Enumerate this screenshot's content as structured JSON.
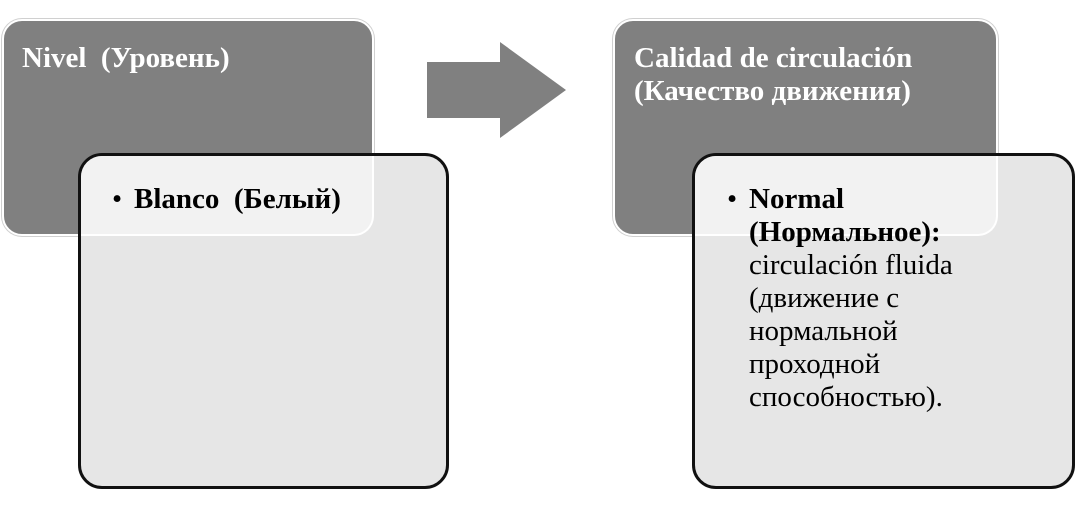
{
  "left": {
    "title": "Nivel  (Уровень)",
    "item_bold": "Blanco  (Белый)",
    "item_text": ""
  },
  "right": {
    "title": "Calidad de circulación (Качество движения)",
    "item_bold": "Normal (Нормальное):",
    "item_text": " circulación fluida (движение с нормальной проходной способностью)."
  },
  "bullet": "•",
  "colors": {
    "header": "#808080",
    "body": "#e6e6e6",
    "arrow": "#808080"
  }
}
